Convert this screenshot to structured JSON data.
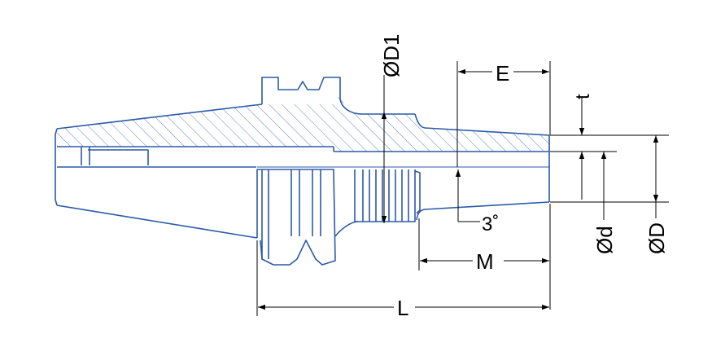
{
  "colors": {
    "outline": "#2b5aa8",
    "hatch": "#5a84c8",
    "dimension": "#000000",
    "background": "#ffffff"
  },
  "labels": {
    "D1": "ØD1",
    "E": "E",
    "t": "t",
    "angle": "3˚",
    "d": "Ød",
    "D": "ØD",
    "M": "M",
    "L": "L"
  }
}
